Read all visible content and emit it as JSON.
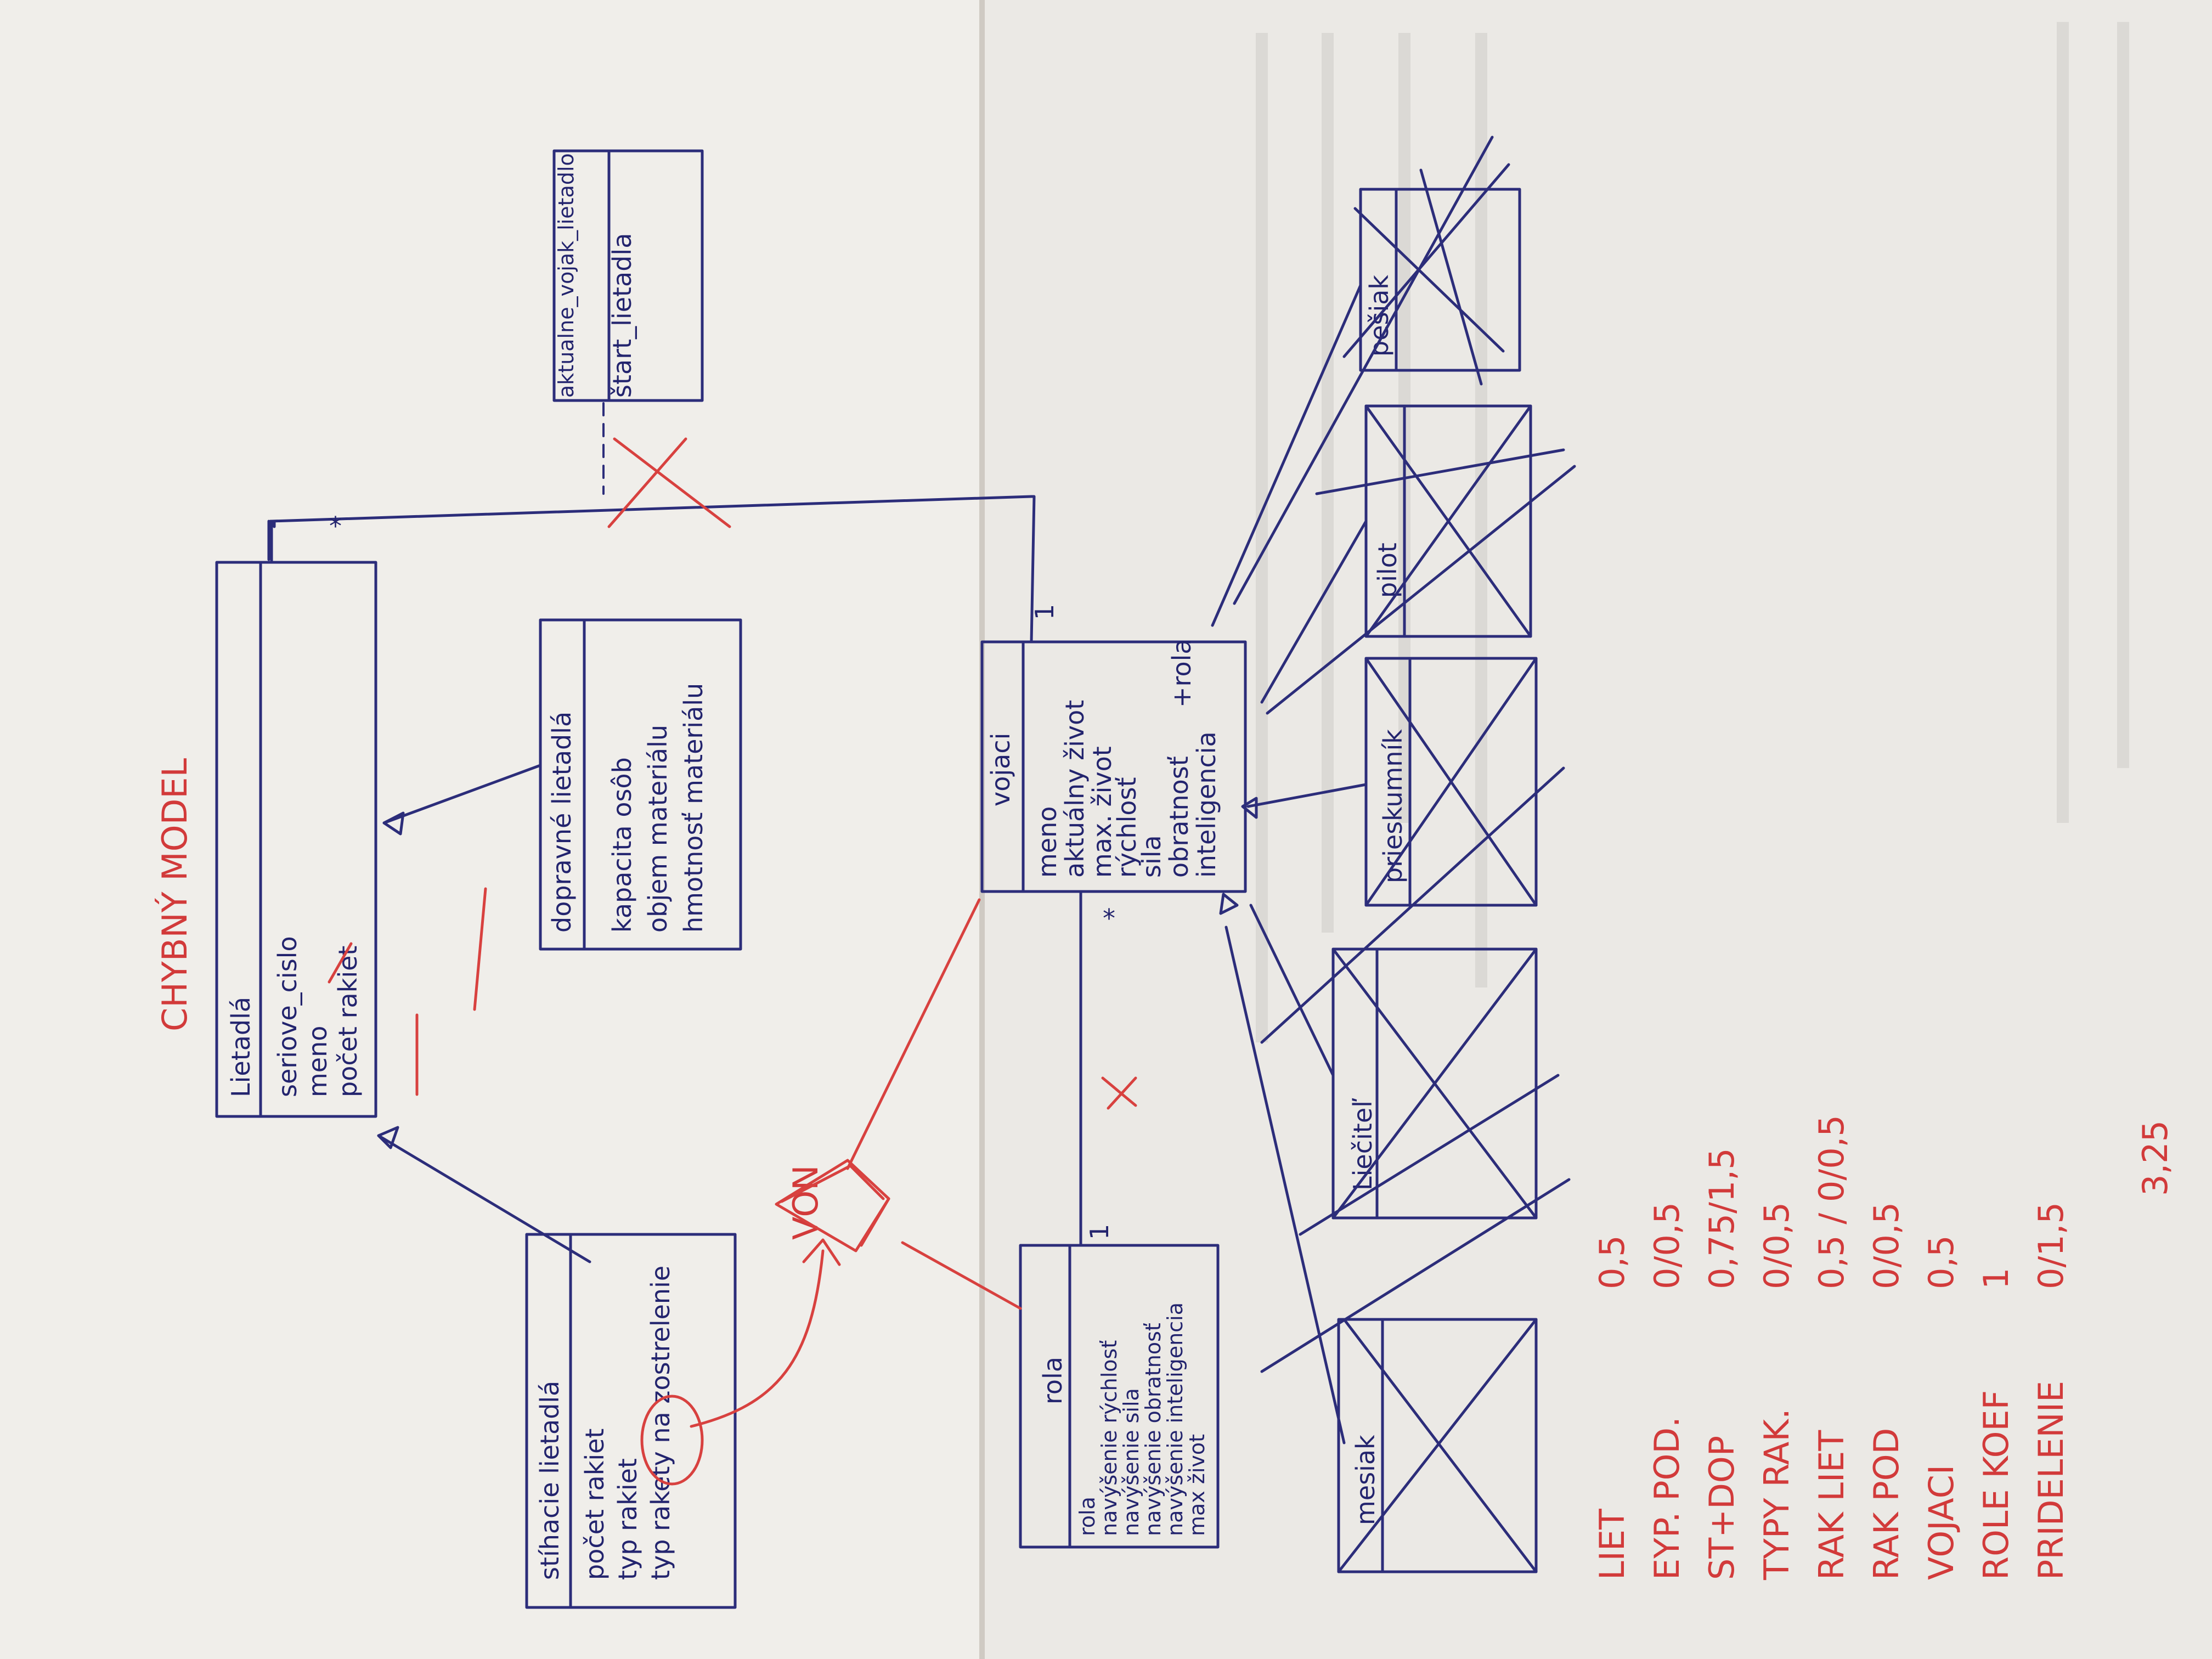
{
  "title": "CHYBNÝ MODEL",
  "classes": {
    "lietadlo": {
      "name": "Lietadlá",
      "attrs": [
        "seriove_cislo",
        "meno",
        "počet rakiet"
      ]
    },
    "stihacie": {
      "name": "stíhacie lietadlá",
      "attrs": [
        "počet rakiet",
        "typ rakiet",
        "typ rakety na zostrelenie"
      ]
    },
    "dopravne": {
      "name": "dopravné lietadlá",
      "attrs": [
        "kapacita osôb",
        "objem materiálu",
        "hmotnosť materiálu"
      ]
    },
    "vojaci": {
      "name": "vojaci",
      "attrs": [
        "meno",
        "aktuálny život",
        "max. život",
        "rýchlosť",
        "sila",
        "obratnosť",
        "inteligencia"
      ],
      "extra": "+rola"
    },
    "rola": {
      "name": "rola",
      "attrs": [
        "rola",
        "navýšenie rýchlosť",
        "navýšenie sila",
        "navýšenie obratnosť",
        "navýšenie inteligencia",
        "max život"
      ]
    },
    "aktualne": {
      "name": "aktualne_vojak_lietadlo",
      "attrs": [
        "štart_lietadla"
      ]
    }
  },
  "subclasses": [
    "mesiak",
    "Liečiteľ",
    "prieskumník",
    "pilot",
    "pešiak"
  ],
  "multiplicities": {
    "lietadlo_star": "*",
    "vojaci_one": "1",
    "vojaci_star": "*",
    "rola_one": "1"
  },
  "annotations": {
    "von": "VON"
  },
  "grades": [
    {
      "label": "LIET",
      "score": "0,5"
    },
    {
      "label": "EYP. POD.",
      "score": "0/0,5"
    },
    {
      "label": "ST+DOP",
      "score": "0,75/1,5"
    },
    {
      "label": "TYPY RAK.",
      "score": "0/0,5"
    },
    {
      "label": "RAK LIET",
      "score": "0,5 / 0/0,5"
    },
    {
      "label": "RAK POD",
      "score": "0/0,5"
    },
    {
      "label": "VOJACI",
      "score": "0,5"
    },
    {
      "label": "ROLE KOEF",
      "score": "1"
    },
    {
      "label": "PRIDELENIE",
      "score": "0/1,5"
    }
  ],
  "total": "3,25"
}
